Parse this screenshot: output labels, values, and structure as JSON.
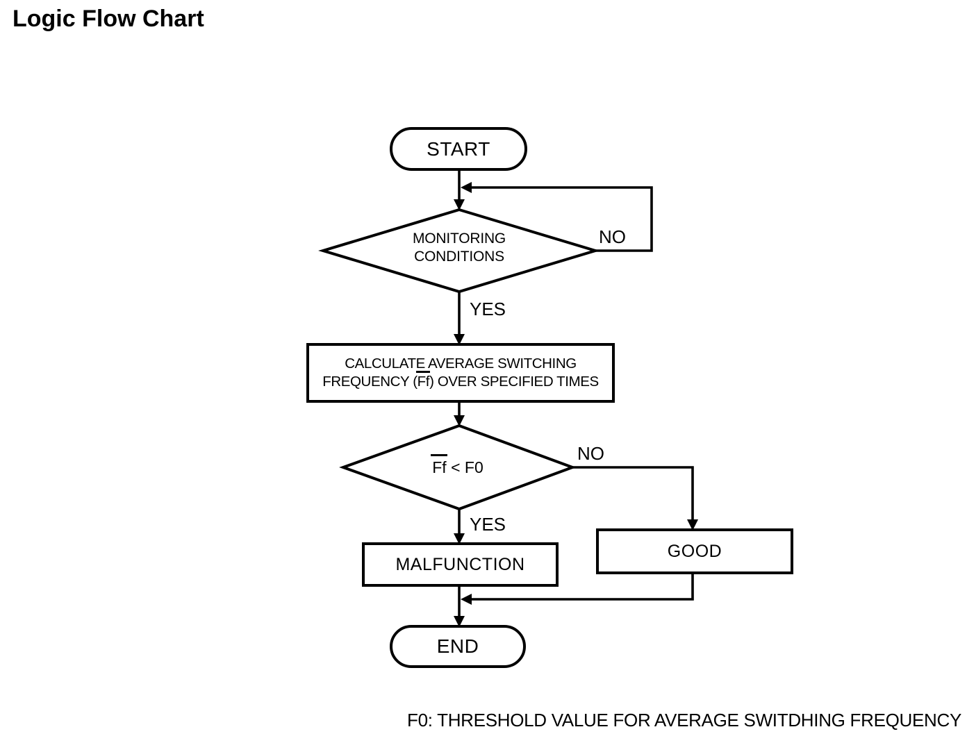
{
  "title": "Logic Flow Chart",
  "footnote": "F0: THRESHOLD VALUE FOR AVERAGE SWITDHING FREQUENCY",
  "colors": {
    "ink": "#000000",
    "background": "#ffffff"
  },
  "flowchart": {
    "start": {
      "label": "START"
    },
    "monitoring_decision": {
      "line1": "MONITORING",
      "line2": "CONDITIONS"
    },
    "calculate_process": {
      "line1": "CALCULATE AVERAGE SWITCHING",
      "line2_prefix": "FREQUENCY (",
      "line2_overlined": "Ff",
      "line2_suffix": ") OVER SPECIFIED TIMES"
    },
    "threshold_decision": {
      "overlined": "Ff",
      "rest": " < F0"
    },
    "malfunction_process": {
      "label": "MALFUNCTION"
    },
    "good_process": {
      "label": "GOOD"
    },
    "end": {
      "label": "END"
    },
    "edge_labels": {
      "monitoring_no": "NO",
      "monitoring_yes": "YES",
      "threshold_no": "NO",
      "threshold_yes": "YES"
    }
  }
}
